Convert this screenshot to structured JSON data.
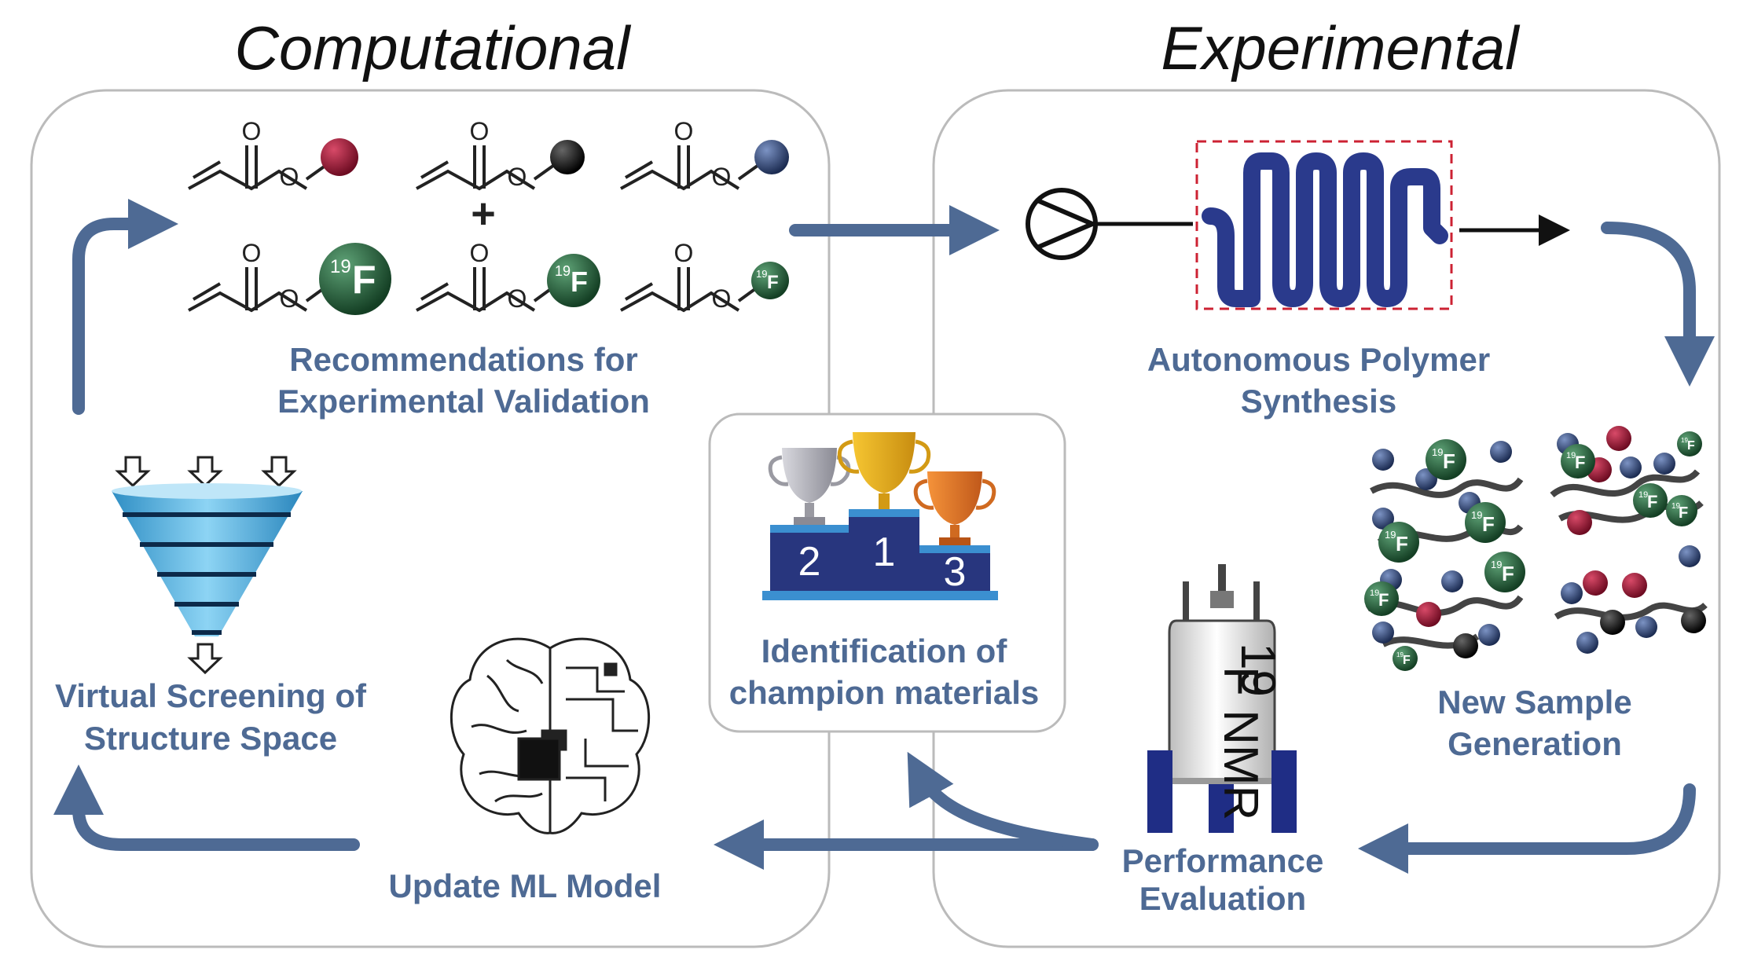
{
  "headings": {
    "computational": "Computational",
    "experimental": "Experimental"
  },
  "labels": {
    "recommendations_1": "Recommendations for",
    "recommendations_2": "Experimental Validation",
    "autonomous_1": "Autonomous Polymer",
    "autonomous_2": "Synthesis",
    "new_sample_1": "New Sample",
    "new_sample_2": "Generation",
    "performance_1": "Performance",
    "performance_2": "Evaluation",
    "update_ml": "Update ML Model",
    "virtual_1": "Virtual Screening of",
    "virtual_2": "Structure Space",
    "identification_1": "Identification of",
    "identification_2": "champion materials"
  },
  "monomer": {
    "oxygen": "O",
    "plus": "+",
    "fluorine_mass": "19",
    "fluorine_symbol": "F"
  },
  "podium": {
    "first": "1",
    "second": "2",
    "third": "3"
  },
  "nmr": {
    "mass": "19",
    "text": "F NMR"
  },
  "colors": {
    "flow_arrow": "#4e6a94",
    "label_text": "#4e6a94",
    "panel_border": "#bbbbbb",
    "reactor": "#2a3a8c",
    "reactor_box": "#cc2233",
    "ball_red": "#8b1530",
    "ball_black": "#111111",
    "ball_blue": "#2a3d66",
    "ball_green": "#1f5a34",
    "podium": "#28367e",
    "funnel": "#4fb0e0"
  },
  "icons": {
    "pump": "pump-icon",
    "reactor": "flow-reactor-icon",
    "funnel": "screening-funnel-icon",
    "brain": "brain-chip-icon",
    "trophies": "trophy-podium-icon",
    "nmr": "nmr-spectrometer-icon"
  }
}
